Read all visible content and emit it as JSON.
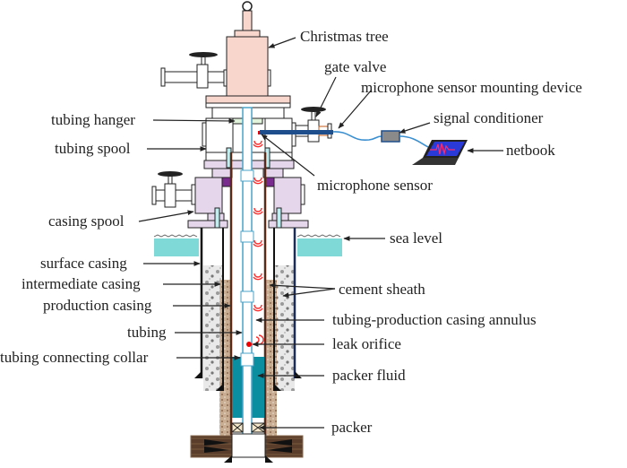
{
  "diagram": {
    "title": "Wellhead and wellbore leak detection schematic",
    "colors": {
      "christmas_tree": "#f8d6cc",
      "tubing_hanger": "#e2f3dc",
      "casing_spool": "#e6d6ec",
      "purple_seal": "#7a2c8e",
      "sea": "#7fd9d6",
      "packer_fluid": "#0a8ea0",
      "tubing_line": "#4aa3c8",
      "production_casing": "#5a2a18",
      "cement": "#b8a38e",
      "sound_wave": "#ff2a2a",
      "mounting_rod": "#1f4e8c",
      "formation": "#5a3d2a"
    },
    "labels": {
      "christmas_tree": "Christmas tree",
      "gate_valve": "gate valve",
      "microphone_sensor_mounting_device": "microphone sensor mounting device",
      "signal_conditioner": "signal conditioner",
      "netbook": "netbook",
      "tubing_hanger": "tubing hanger",
      "tubing_spool": "tubing spool",
      "microphone_sensor": "microphone sensor",
      "casing_spool": "casing spool",
      "sea_level": "sea level",
      "surface_casing": "surface casing",
      "intermediate_casing": "intermediate casing",
      "cement_sheath": "cement sheath",
      "production_casing": "production casing",
      "tubing_production_casing_annulus": "tubing-production casing annulus",
      "tubing": "tubing",
      "leak_orifice": "leak orifice",
      "tubing_connecting_collar": "tubing connecting collar",
      "packer_fluid": "packer fluid",
      "packer": "packer"
    }
  }
}
